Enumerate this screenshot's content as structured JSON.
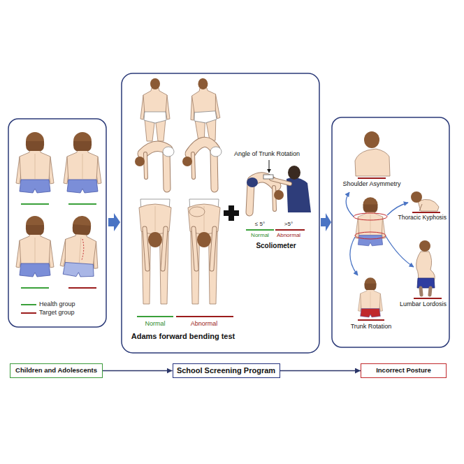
{
  "diagram": {
    "nodes": [
      {
        "text": [
          "Children and Adolescents"
        ]
      },
      {
        "text": [
          "School Screening Program"
        ]
      },
      {
        "text": [
          "Incorrect Posture"
        ]
      }
    ],
    "edges": [
      {
        "from": 0,
        "to": 1,
        "arrow": "to"
      },
      {
        "from": 1,
        "to": 2,
        "arrow": "to"
      }
    ],
    "labels": [
      "Normal",
      "Abnormal",
      "Adams forward bending test",
      "Angle of Trunk Rotation",
      "≤ 5°",
      ">5°",
      "Normal",
      "Abnormal",
      "Scoliometer",
      "Shoulder Asymmetry",
      "Thoracic Kyphosis",
      "Lumbar Lordosis",
      "Trunk Rotation"
    ],
    "legend": [
      {
        "text": "Health group",
        "color": "#3aa03a"
      },
      {
        "text": "Target group",
        "color": "#9b1c1c"
      }
    ]
  }
}
